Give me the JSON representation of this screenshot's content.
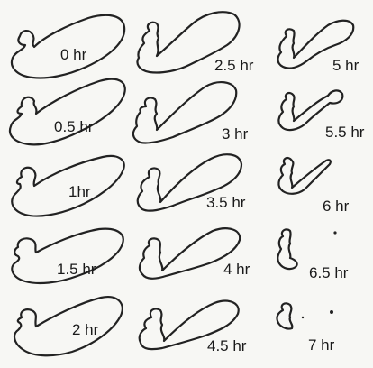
{
  "panels": [
    {
      "id": "p0",
      "label": "0 hr"
    },
    {
      "id": "p0_5",
      "label": "0.5 hr"
    },
    {
      "id": "p1",
      "label": "1hr"
    },
    {
      "id": "p1_5",
      "label": "1.5 hr"
    },
    {
      "id": "p2",
      "label": "2 hr"
    },
    {
      "id": "p2_5",
      "label": "2.5 hr"
    },
    {
      "id": "p3",
      "label": "3 hr"
    },
    {
      "id": "p3_5",
      "label": "3.5 hr"
    },
    {
      "id": "p4",
      "label": "4 hr"
    },
    {
      "id": "p4_5",
      "label": "4.5 hr"
    },
    {
      "id": "p5",
      "label": "5 hr"
    },
    {
      "id": "p5_5",
      "label": "5.5 hr"
    },
    {
      "id": "p6",
      "label": "6 hr"
    },
    {
      "id": "p6_5",
      "label": "6.5 hr"
    },
    {
      "id": "p7",
      "label": "7 hr"
    }
  ]
}
